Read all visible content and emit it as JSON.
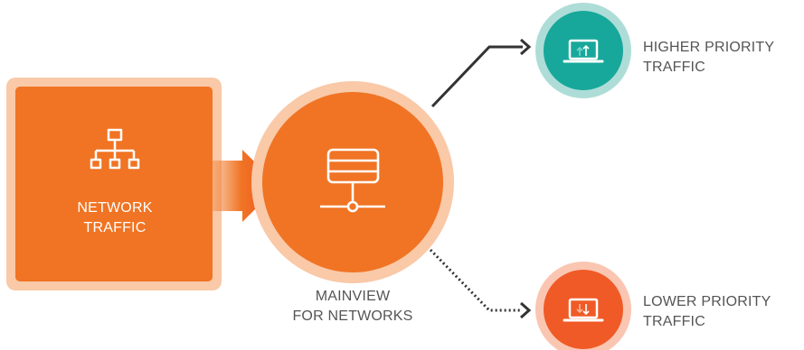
{
  "source": {
    "label_lines": [
      "NETWORK",
      "TRAFFIC"
    ],
    "icon": "network-hierarchy-icon",
    "color": "#F07424",
    "halo_color": "#F9C9A8"
  },
  "hub": {
    "label_lines": [
      "MAINVIEW",
      "FOR NETWORKS"
    ],
    "icon": "server-icon",
    "color": "#F07424",
    "halo_color": "#F9C9A8"
  },
  "outputs": [
    {
      "label_lines": [
        "HIGHER PRIORITY",
        "TRAFFIC"
      ],
      "icon": "laptop-upload-icon",
      "color": "#17A89B",
      "halo_color": "#AEDDD8",
      "line_style": "solid"
    },
    {
      "label_lines": [
        "LOWER PRIORITY",
        "TRAFFIC"
      ],
      "icon": "laptop-download-icon",
      "color": "#F05A26",
      "halo_color": "#FAC6B2",
      "line_style": "dotted"
    }
  ],
  "colors": {
    "arrow": "#F26A21",
    "connector": "#333333",
    "label_text": "#555555"
  }
}
